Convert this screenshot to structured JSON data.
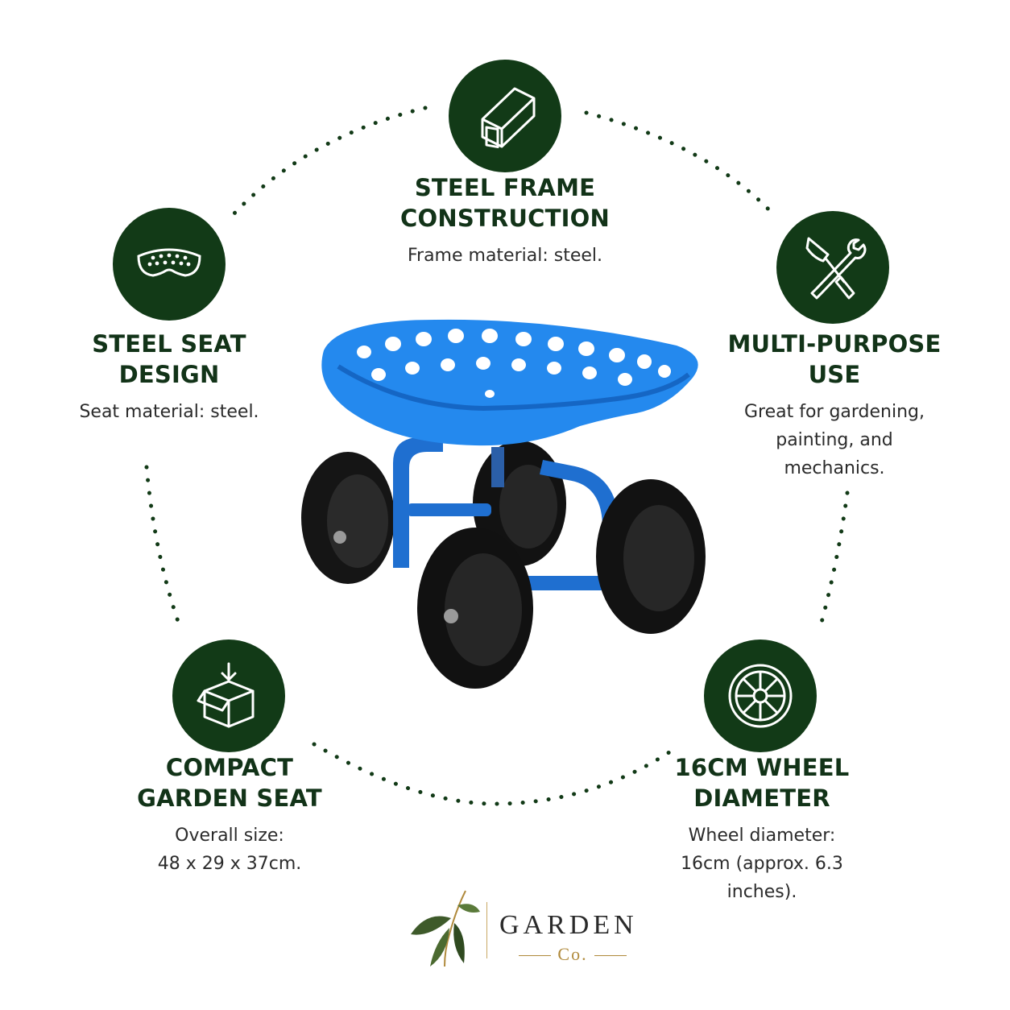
{
  "colors": {
    "badge": "#123a17",
    "heading": "#123318",
    "body": "#2b2b2b",
    "product_blue": "#1f7fe0",
    "brand_gold": "#b08a3c"
  },
  "features": {
    "steel_frame": {
      "icon": "steel-tube-icon",
      "title_lines": [
        "STEEL FRAME",
        "CONSTRUCTION"
      ],
      "desc_lines": [
        "Frame material: steel."
      ]
    },
    "steel_seat": {
      "icon": "seat-icon",
      "title_lines": [
        "STEEL SEAT",
        "DESIGN"
      ],
      "desc_lines": [
        "Seat material: steel."
      ]
    },
    "multi_purpose": {
      "icon": "trowel-wrench-icon",
      "title_lines": [
        "MULTI-PURPOSE",
        "USE"
      ],
      "desc_lines": [
        "Great for gardening,",
        "painting, and",
        "mechanics."
      ]
    },
    "compact": {
      "icon": "box-icon",
      "title_lines": [
        "COMPACT",
        "GARDEN SEAT"
      ],
      "desc_lines": [
        "Overall size:",
        "48 x 29 x 37cm."
      ]
    },
    "wheel": {
      "icon": "wheel-icon",
      "title_lines": [
        "16CM WHEEL",
        "DIAMETER"
      ],
      "desc_lines": [
        "Wheel diameter:",
        "16cm (approx. 6.3",
        "inches)."
      ]
    }
  },
  "brand": {
    "name": "GARDEN",
    "sub": "Co.",
    "icon": "eucalyptus-leaf-icon"
  }
}
